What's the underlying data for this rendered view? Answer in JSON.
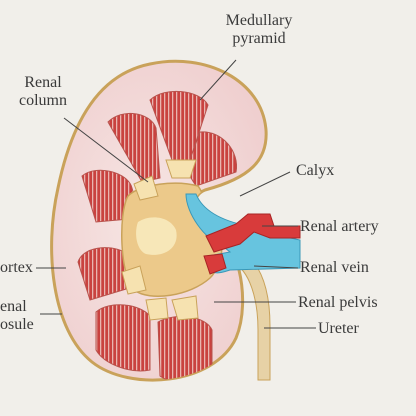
{
  "labels": {
    "medullary_pyramid": [
      "Medullary",
      "pyramid"
    ],
    "renal_column": [
      "Renal",
      "column"
    ],
    "calyx": "Calyx",
    "renal_artery": "Renal artery",
    "renal_vein": "Renal vein",
    "renal_pelvis": "Renal pelvis",
    "ureter": "Ureter",
    "cortex": "ortex",
    "renal_capsule": [
      "enal",
      "osule"
    ]
  },
  "colors": {
    "background": "#f1efea",
    "capsule_outline": "#c9a25a",
    "cortex_fill": "#f3d9d9",
    "pyramid_fill": "#c9423f",
    "pyramid_stripe": "#e9b5b0",
    "pelvis_fill": "#ecc98a",
    "vein": "#67c4df",
    "artery": "#d83b3b",
    "ureter": "#e7d2a6",
    "leader_line": "#444444"
  }
}
